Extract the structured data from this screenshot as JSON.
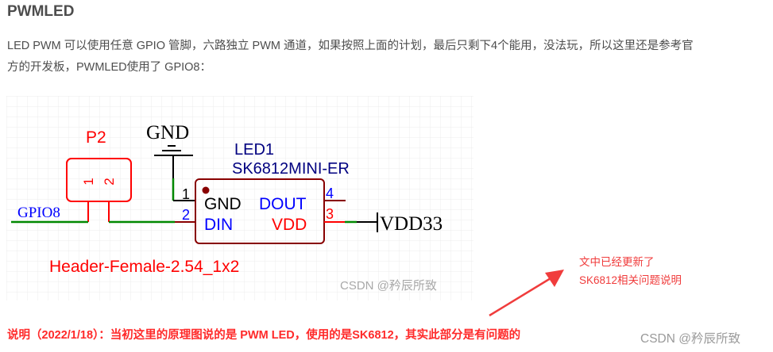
{
  "heading": "PWMLED",
  "paragraph": {
    "line1": "LED PWM 可以使用任意 GPIO 管脚，六路独立 PWM 通道，如果按照上面的计划，最后只剩下4个能用，没法玩，所以这里还是参考官",
    "line2": "方的开发板，PWMLED使用了 GPIO8："
  },
  "schematic": {
    "connector_ref": "P2",
    "connector_pins": [
      "1",
      "2"
    ],
    "connector_part": "Header-Female-2.54_1x2",
    "net_gpio": "GPIO8",
    "gnd_label": "GND",
    "led_ref": "LED1",
    "led_part": "SK6812MINI-ER",
    "led_pins": {
      "pin1": "1",
      "pin2": "2",
      "pin3": "3",
      "pin4": "4",
      "gnd": "GND",
      "din": "DIN",
      "dout": "DOUT",
      "vdd": "VDD"
    },
    "vdd_label": "VDD33",
    "watermark": "CSDN @矜辰所致",
    "colors": {
      "wire": "#008800",
      "component": "#880000",
      "ref_red": "#ff0000",
      "net_blue": "#0000ff",
      "label_navy": "#000080"
    }
  },
  "note": "说明（2022/1/18）：当初这里的原理图说的是 PWM LED，使用的是SK6812，其实此部分是有问题的",
  "callout": {
    "line1": "文中已经更新了",
    "line2": "SK6812相关问题说明"
  },
  "watermark": "CSDN @矜辰所致"
}
